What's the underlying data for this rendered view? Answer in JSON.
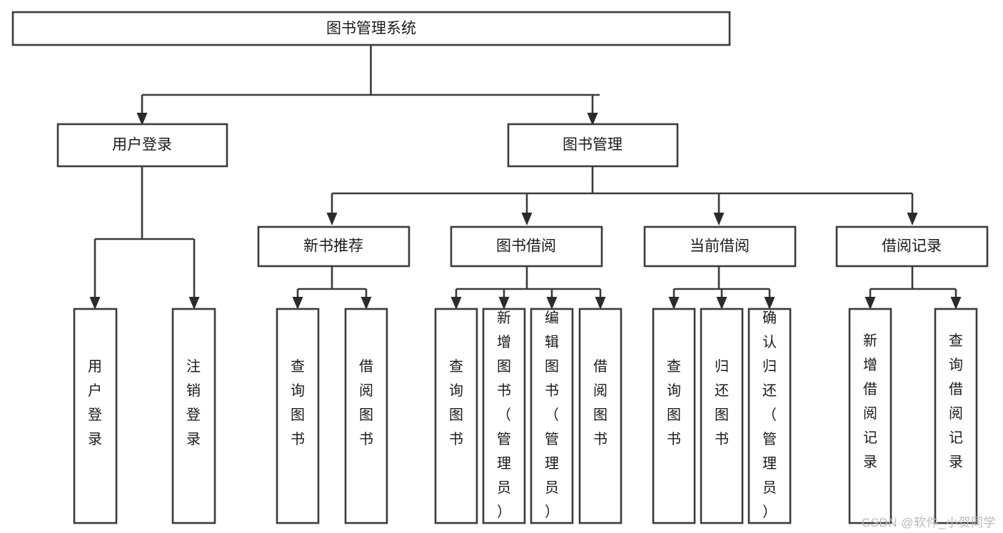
{
  "diagram": {
    "type": "tree",
    "title": "图书管理系统",
    "root": {
      "id": "root",
      "label": "图书管理系统"
    },
    "level1": [
      {
        "id": "user-login",
        "label": "用户登录"
      },
      {
        "id": "book-manage",
        "label": "图书管理"
      }
    ],
    "level2": [
      {
        "id": "new-book-rec",
        "label": "新书推荐",
        "parent": "book-manage"
      },
      {
        "id": "book-borrow",
        "label": "图书借阅",
        "parent": "book-manage"
      },
      {
        "id": "current-borrow",
        "label": "当前借阅",
        "parent": "book-manage"
      },
      {
        "id": "borrow-record",
        "label": "借阅记录",
        "parent": "book-manage"
      }
    ],
    "leaves": [
      {
        "id": "leaf-user-login",
        "label": "用户登录",
        "parent": "user-login"
      },
      {
        "id": "leaf-logout",
        "label": "注销登录",
        "parent": "user-login"
      },
      {
        "id": "leaf-query-book-1",
        "label": "查询图书",
        "parent": "new-book-rec"
      },
      {
        "id": "leaf-borrow-book-1",
        "label": "借阅图书",
        "parent": "new-book-rec"
      },
      {
        "id": "leaf-query-book-2",
        "label": "查询图书",
        "parent": "book-borrow"
      },
      {
        "id": "leaf-add-book",
        "label": "新增图书（管理员）",
        "parent": "book-borrow"
      },
      {
        "id": "leaf-edit-book",
        "label": "编辑图书（管理员）",
        "parent": "book-borrow"
      },
      {
        "id": "leaf-borrow-book-2",
        "label": "借阅图书",
        "parent": "book-borrow"
      },
      {
        "id": "leaf-query-book-3",
        "label": "查询图书",
        "parent": "current-borrow"
      },
      {
        "id": "leaf-return-book",
        "label": "归还图书",
        "parent": "current-borrow"
      },
      {
        "id": "leaf-confirm-return",
        "label": "确认归还（管理员）",
        "parent": "current-borrow"
      },
      {
        "id": "leaf-add-record",
        "label": "新增借阅记录",
        "parent": "borrow-record"
      },
      {
        "id": "leaf-query-record",
        "label": "查询借阅记录",
        "parent": "borrow-record"
      }
    ],
    "colors": {
      "stroke": "#3b3b3b",
      "fill": "#ffffff",
      "text": "#1a1a1a",
      "watermark": "#b9b9b9"
    }
  },
  "watermark": {
    "text": "CSDN @软件_小贺同学"
  }
}
